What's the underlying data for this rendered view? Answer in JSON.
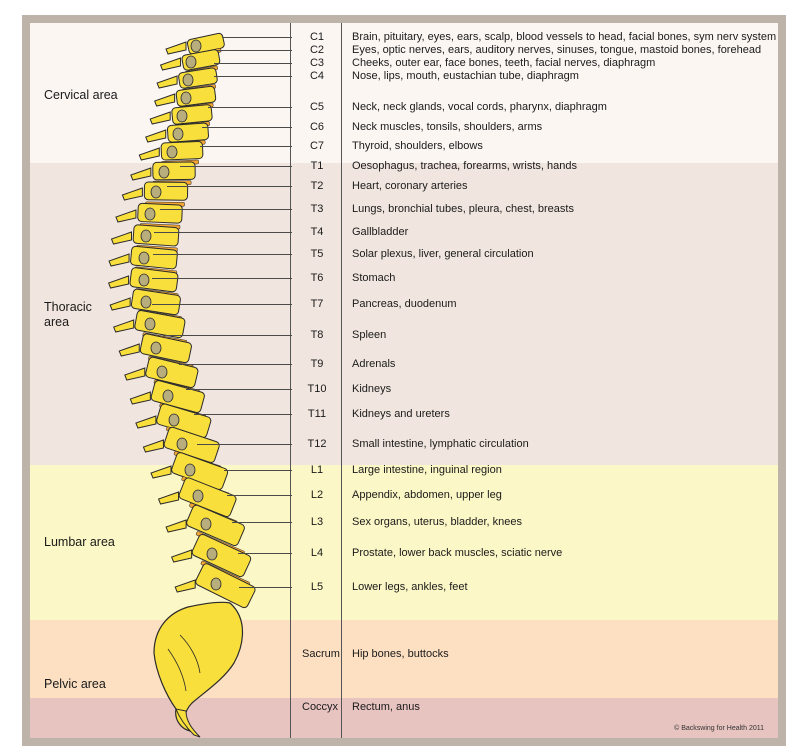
{
  "regions": [
    {
      "name": "Cervical area",
      "lines": [
        "Cervical area"
      ],
      "color": "#fcf6f3"
    },
    {
      "name": "Thoracic area",
      "lines": [
        "Thoracic",
        "area"
      ],
      "color": "#f1e6df"
    },
    {
      "name": "Lumbar area",
      "lines": [
        "Lumbar area"
      ],
      "color": "#fcf7c6"
    },
    {
      "name": "Pelvic area",
      "lines": [
        "Pelvic area"
      ],
      "color": "#fde0c2"
    },
    {
      "name": "Coccyx band",
      "lines": [],
      "color": "#e7c4c0"
    }
  ],
  "rows": [
    {
      "segment": "C1",
      "description": "Brain, pituitary, eyes, ears, scalp, blood vessels to head, facial bones, sym nerv system"
    },
    {
      "segment": "C2",
      "description": "Eyes, optic nerves, ears,  auditory nerves, sinuses, tongue, mastoid bones, forehead"
    },
    {
      "segment": "C3",
      "description": "Cheeks, outer ear, face bones, teeth, facial nerves, diaphragm"
    },
    {
      "segment": "C4",
      "description": "Nose, lips, mouth, eustachian tube, diaphragm"
    },
    {
      "segment": "C5",
      "description": "Neck, neck glands, vocal cords, pharynx, diaphragm"
    },
    {
      "segment": "C6",
      "description": "Neck muscles, tonsils, shoulders, arms"
    },
    {
      "segment": "C7",
      "description": "Thyroid, shoulders, elbows"
    },
    {
      "segment": "T1",
      "description": "Oesophagus, trachea, forearms, wrists, hands"
    },
    {
      "segment": "T2",
      "description": "Heart, coronary arteries"
    },
    {
      "segment": "T3",
      "description": "Lungs, bronchial tubes, pleura, chest, breasts"
    },
    {
      "segment": "T4",
      "description": "Gallbladder"
    },
    {
      "segment": "T5",
      "description": "Solar plexus, liver, general circulation"
    },
    {
      "segment": "T6",
      "description": "Stomach"
    },
    {
      "segment": "T7",
      "description": "Pancreas, duodenum"
    },
    {
      "segment": "T8",
      "description": "Spleen"
    },
    {
      "segment": "T9",
      "description": "Adrenals"
    },
    {
      "segment": "T10",
      "description": "Kidneys"
    },
    {
      "segment": "T11",
      "description": "Kidneys and ureters"
    },
    {
      "segment": "T12",
      "description": "Small intestine, lymphatic circulation"
    },
    {
      "segment": "L1",
      "description": "Large intestine, inguinal region"
    },
    {
      "segment": "L2",
      "description": "Appendix, abdomen, upper leg"
    },
    {
      "segment": "L3",
      "description": "Sex organs, uterus, bladder, knees"
    },
    {
      "segment": "L4",
      "description": "Prostate, lower back muscles, sciatic nerve"
    },
    {
      "segment": "L5",
      "description": "Lower legs, ankles, feet"
    },
    {
      "segment": "Sacrum",
      "description": "Hip bones, buttocks"
    },
    {
      "segment": "Coccyx",
      "description": "Rectum, anus"
    }
  ],
  "copyright": "© Backswing for Health 2011",
  "colors": {
    "frame": "#bdb3a8",
    "bone": "#f9df3c",
    "disc": "#f3a431",
    "process": "#b8ad7d",
    "outline": "#2a2a2a"
  }
}
